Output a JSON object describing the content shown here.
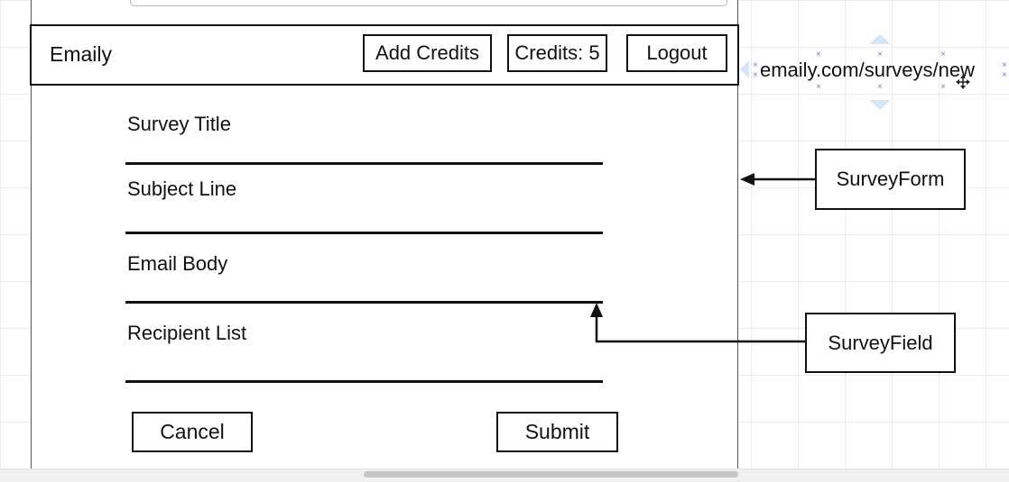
{
  "navbar": {
    "brand": "Emaily",
    "add_credits": "Add Credits",
    "credits": "Credits: 5",
    "logout": "Logout"
  },
  "form": {
    "fields": [
      {
        "label": "Survey Title"
      },
      {
        "label": "Subject Line"
      },
      {
        "label": "Email Body"
      },
      {
        "label": "Recipient List"
      }
    ],
    "cancel": "Cancel",
    "submit": "Submit"
  },
  "annotations": {
    "url": "emaily.com/surveys/new",
    "survey_form": "SurveyForm",
    "survey_field": "SurveyField"
  },
  "colors": {
    "stroke": "#111111",
    "selection_handle": "#7b7bd4",
    "selection_hint": "#d6e6fb",
    "grid": "#ececec"
  }
}
